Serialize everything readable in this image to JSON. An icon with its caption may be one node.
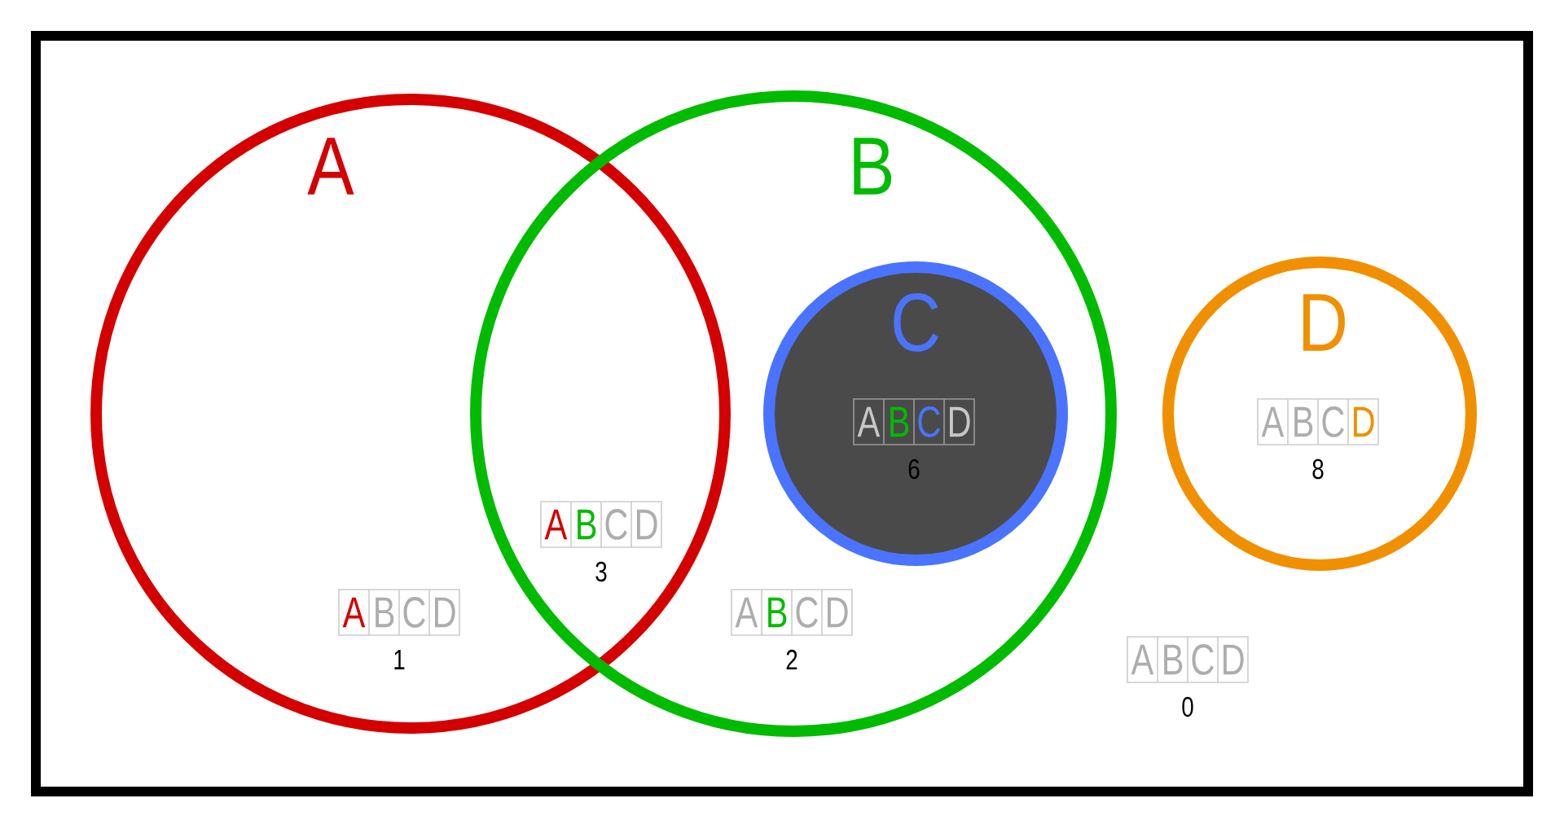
{
  "diagram": {
    "nodes": [
      {
        "text": [
          "A"
        ]
      },
      {
        "text": [
          "B"
        ]
      },
      {
        "text": [
          "C"
        ],
        "in": 1
      },
      {
        "text": [
          "D"
        ]
      },
      {
        "text": [
          "A",
          "B",
          "C",
          "D"
        ],
        "beside": [
          "1"
        ],
        "in": 0
      },
      {
        "text": [
          "A",
          "B",
          "C",
          "D"
        ],
        "beside": [
          "3"
        ]
      },
      {
        "text": [
          "A",
          "B",
          "C",
          "D"
        ],
        "beside": [
          "2"
        ],
        "in": 1
      },
      {
        "text": [
          "A",
          "B",
          "C",
          "D"
        ],
        "beside": [
          "6"
        ],
        "in": 2
      },
      {
        "text": [
          "A",
          "B",
          "C",
          "D"
        ],
        "beside": [
          "8"
        ],
        "in": 3
      },
      {
        "text": [
          "A",
          "B",
          "C",
          "D"
        ],
        "beside": [
          "0"
        ]
      }
    ]
  }
}
